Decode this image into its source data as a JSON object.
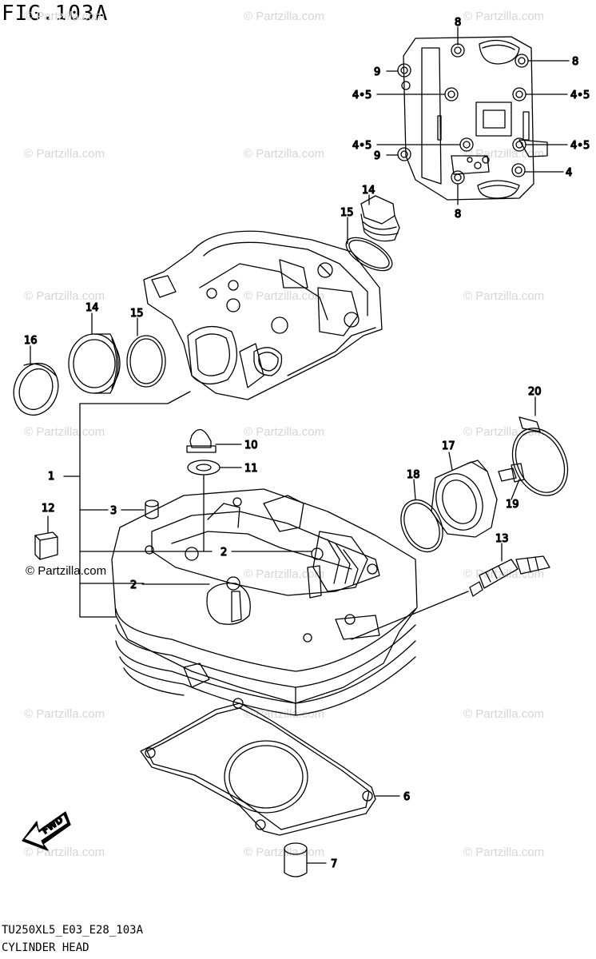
{
  "figure": {
    "title": "FIG.103A"
  },
  "footer": {
    "model_code": "TU250XL5_E03_E28_103A",
    "section_name": "CYLINDER HEAD"
  },
  "watermark": {
    "text": "© Partzilla.com"
  },
  "callouts": [
    {
      "id": "c1",
      "label": "1"
    },
    {
      "id": "c2a",
      "label": "2"
    },
    {
      "id": "c2b",
      "label": "2"
    },
    {
      "id": "c3",
      "label": "3"
    },
    {
      "id": "c4",
      "label": "4"
    },
    {
      "id": "c45a",
      "label": "4•5"
    },
    {
      "id": "c45b",
      "label": "4•5"
    },
    {
      "id": "c45c",
      "label": "4•5"
    },
    {
      "id": "c45d",
      "label": "4•5"
    },
    {
      "id": "c6",
      "label": "6"
    },
    {
      "id": "c7",
      "label": "7"
    },
    {
      "id": "c8a",
      "label": "8"
    },
    {
      "id": "c8b",
      "label": "8"
    },
    {
      "id": "c8c",
      "label": "8"
    },
    {
      "id": "c9a",
      "label": "9"
    },
    {
      "id": "c9b",
      "label": "9"
    },
    {
      "id": "c10",
      "label": "10"
    },
    {
      "id": "c11",
      "label": "11"
    },
    {
      "id": "c12",
      "label": "12"
    },
    {
      "id": "c13",
      "label": "13"
    },
    {
      "id": "c14a",
      "label": "14"
    },
    {
      "id": "c14b",
      "label": "14"
    },
    {
      "id": "c15a",
      "label": "15"
    },
    {
      "id": "c15b",
      "label": "15"
    },
    {
      "id": "c16",
      "label": "16"
    },
    {
      "id": "c17",
      "label": "17"
    },
    {
      "id": "c18",
      "label": "18"
    },
    {
      "id": "c19",
      "label": "19"
    },
    {
      "id": "c20",
      "label": "20"
    }
  ],
  "fwd_arrow": {
    "text": "FWD"
  }
}
